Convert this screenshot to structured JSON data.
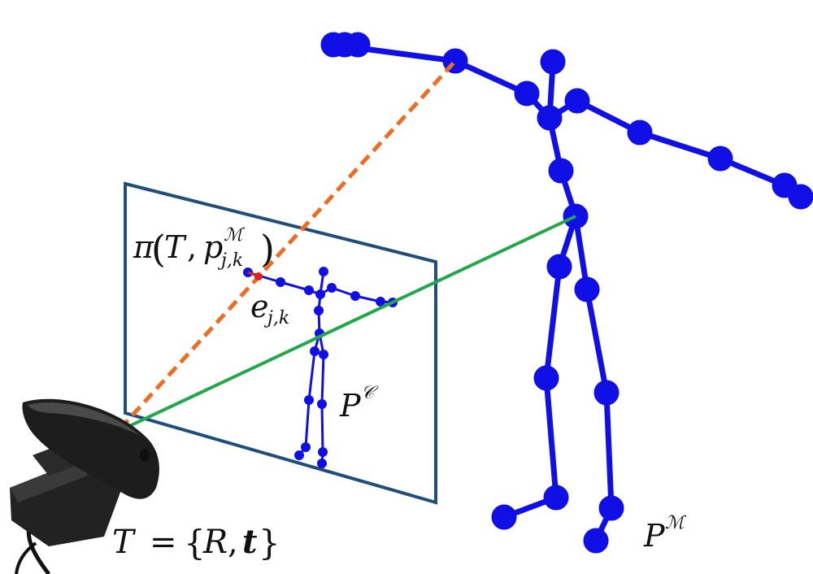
{
  "labels": {
    "projection": {
      "pi": "π",
      "open": "(",
      "T": "T",
      "comma": ",",
      "p": "p",
      "sup": "ℳ",
      "sub": "j,k",
      "close": ")"
    },
    "error": {
      "e": "e",
      "sub": "j,k"
    },
    "camera_pose": {
      "T": "T",
      "eq": "=",
      "open": "{",
      "R": "R",
      "comma": ",",
      "t": "t",
      "close": "}"
    },
    "image_skeleton": {
      "P": "P",
      "sup": "𝒞"
    },
    "model_skeleton": {
      "P": "P",
      "sup": "ℳ"
    }
  },
  "colors": {
    "skeleton": "#1010e6",
    "image_plane": "#1f4e79",
    "projection_ray": "#ed6d22",
    "pelvis_ray": "#22a84a",
    "projected_point": "#e0201b",
    "camera_body": "#1d1d1d"
  },
  "icons": {
    "camera": "webcam-icon"
  }
}
